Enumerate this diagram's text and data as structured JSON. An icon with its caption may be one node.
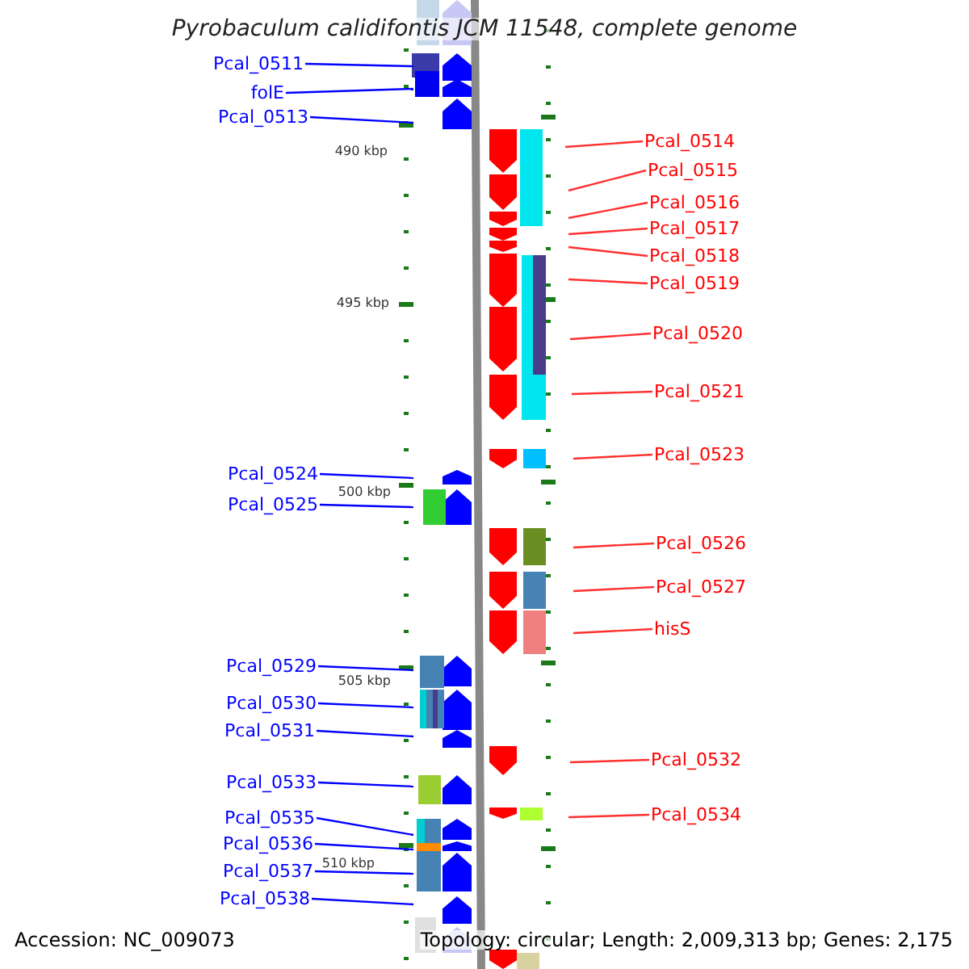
{
  "diagram": {
    "title": "Pyrobaculum calidifontis JCM 11548, complete genome",
    "nodes": [
      {
        "text": [
          "Pcal_0511"
        ]
      },
      {
        "text": [
          "folE"
        ]
      },
      {
        "text": [
          "Pcal_0513"
        ]
      },
      {
        "text": [
          "Pcal_0514"
        ]
      },
      {
        "text": [
          "Pcal_0515"
        ]
      },
      {
        "text": [
          "Pcal_0516"
        ]
      },
      {
        "text": [
          "Pcal_0517"
        ]
      },
      {
        "text": [
          "Pcal_0518"
        ]
      },
      {
        "text": [
          "Pcal_0519"
        ]
      },
      {
        "text": [
          "Pcal_0520"
        ]
      },
      {
        "text": [
          "Pcal_0521"
        ]
      },
      {
        "text": [
          "Pcal_0523"
        ]
      },
      {
        "text": [
          "Pcal_0524"
        ]
      },
      {
        "text": [
          "Pcal_0525"
        ]
      },
      {
        "text": [
          "Pcal_0526"
        ]
      },
      {
        "text": [
          "Pcal_0527"
        ]
      },
      {
        "text": [
          "hisS"
        ]
      },
      {
        "text": [
          "Pcal_0529"
        ]
      },
      {
        "text": [
          "Pcal_0530"
        ]
      },
      {
        "text": [
          "Pcal_0531"
        ]
      },
      {
        "text": [
          "Pcal_0532"
        ]
      },
      {
        "text": [
          "Pcal_0533"
        ]
      },
      {
        "text": [
          "Pcal_0534"
        ]
      },
      {
        "text": [
          "Pcal_0535"
        ]
      },
      {
        "text": [
          "Pcal_0536"
        ]
      },
      {
        "text": [
          "Pcal_0537"
        ]
      },
      {
        "text": [
          "Pcal_0538"
        ]
      }
    ],
    "edges": [
      {
        "from": 0,
        "to": null,
        "arrow": "none",
        "color": "#0000ff"
      },
      {
        "from": 1,
        "to": null,
        "arrow": "none",
        "color": "#0000ff"
      },
      {
        "from": 2,
        "to": null,
        "arrow": "none",
        "color": "#0000ff"
      },
      {
        "from": 3,
        "to": null,
        "arrow": "none"
      },
      {
        "from": 4,
        "to": null,
        "arrow": "none"
      },
      {
        "from": 5,
        "to": null,
        "arrow": "none"
      },
      {
        "from": 6,
        "to": null,
        "arrow": "none"
      },
      {
        "from": 7,
        "to": null,
        "arrow": "none"
      },
      {
        "from": 8,
        "to": null,
        "arrow": "none"
      },
      {
        "from": 9,
        "to": null,
        "arrow": "none"
      },
      {
        "from": 10,
        "to": null,
        "arrow": "none"
      },
      {
        "from": 11,
        "to": null,
        "arrow": "none"
      },
      {
        "from": 12,
        "to": null,
        "arrow": "none",
        "color": "#0000ff"
      },
      {
        "from": 13,
        "to": null,
        "arrow": "none",
        "color": "#0000ff"
      },
      {
        "from": 14,
        "to": null,
        "arrow": "none"
      },
      {
        "from": 15,
        "to": null,
        "arrow": "none"
      },
      {
        "from": 16,
        "to": null,
        "arrow": "none"
      },
      {
        "from": 17,
        "to": null,
        "arrow": "none",
        "color": "#0000ff"
      },
      {
        "from": 18,
        "to": null,
        "arrow": "none",
        "color": "#0000ff"
      },
      {
        "from": 19,
        "to": null,
        "arrow": "none",
        "color": "#0000ff"
      },
      {
        "from": 20,
        "to": null,
        "arrow": "none"
      },
      {
        "from": 21,
        "to": null,
        "arrow": "none",
        "color": "#0000ff"
      },
      {
        "from": 22,
        "to": null,
        "arrow": "none"
      },
      {
        "from": 23,
        "to": null,
        "arrow": "none",
        "color": "#0000ff"
      },
      {
        "from": 24,
        "to": null,
        "arrow": "none",
        "color": "#0000ff"
      },
      {
        "from": 25,
        "to": null,
        "arrow": "none",
        "color": "#0000ff"
      },
      {
        "from": 26,
        "to": null,
        "arrow": "none",
        "color": "#0000ff"
      }
    ],
    "labels": [
      "490 kbp",
      "495 kbp",
      "500 kbp",
      "505 kbp",
      "510 kbp",
      "Accession: NC_009073",
      "Topology: circular; Length: 2,009,313 bp; Genes: 2,175"
    ]
  }
}
